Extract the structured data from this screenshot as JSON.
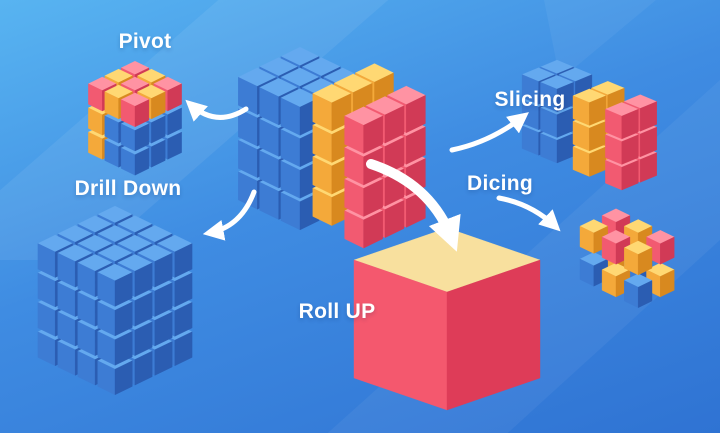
{
  "labels": {
    "pivot": "Pivot",
    "drill_down": "Drill Down",
    "slicing": "Slicing",
    "dicing": "Dicing",
    "roll_up": "Roll UP"
  },
  "colors": {
    "background_start": "#58b4f1",
    "background_mid": "#3f8ce2",
    "background_end": "#2f73d3",
    "stripe": "#ffffff",
    "arrow": "#ffffff",
    "label_text": "#ffffff",
    "blue": {
      "top": "#64a9ef",
      "left": "#3d7cd4",
      "right": "#2b5db2"
    },
    "yellow": {
      "top": "#ffd873",
      "left": "#f4a93a",
      "right": "#d8891f"
    },
    "red": {
      "top": "#ff93a3",
      "left": "#f25a71",
      "right": "#d13a56"
    },
    "rollup": {
      "top": "#f8e09e",
      "front": "#f4586e",
      "side": "#de3c58"
    }
  }
}
